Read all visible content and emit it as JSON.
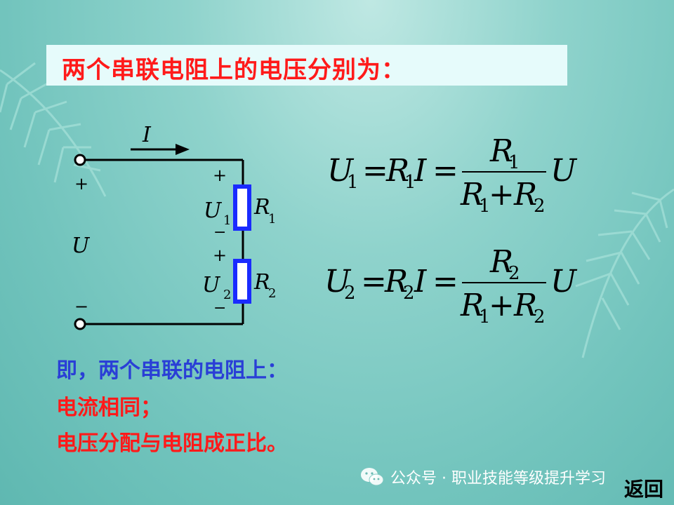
{
  "title": "两个串联电阻上的电压分别为：",
  "circuit": {
    "current_label": "I",
    "source_label": "U",
    "source_plus": "+",
    "source_minus": "−",
    "r1_label": "R",
    "r1_sub": "1",
    "r2_label": "R",
    "r2_sub": "2",
    "u1_label": "U",
    "u1_sub": "1",
    "u2_label": "U",
    "u2_sub": "2",
    "u1_plus": "+",
    "u1_minus": "−",
    "u2_plus": "+",
    "u2_minus": "−"
  },
  "formula1": {
    "lhs": "U",
    "lhs_sub": "1",
    "eq1": "=",
    "r": "R",
    "r_sub": "1",
    "i": "I",
    "eq2": "=",
    "num": "R",
    "num_sub": "1",
    "den_a": "R",
    "den_a_sub": "1",
    "plus": "+",
    "den_b": "R",
    "den_b_sub": "2",
    "u": "U"
  },
  "formula2": {
    "lhs": "U",
    "lhs_sub": "2",
    "eq1": "=",
    "r": "R",
    "r_sub": "2",
    "i": "I",
    "eq2": "=",
    "num": "R",
    "num_sub": "2",
    "den_a": "R",
    "den_a_sub": "1",
    "plus": "+",
    "den_b": "R",
    "den_b_sub": "2",
    "u": "U"
  },
  "lines": {
    "l1": "即，两个串联的电阻上：",
    "l2": "电流相同；",
    "l3": "电压分配与电阻成正比。"
  },
  "watermark": "公众号 · 职业技能等级提升学习",
  "back_button": "返回",
  "colors": {
    "title_red": "#ff1a1a",
    "blue_text": "#2a3fd6",
    "resistor_blue": "#1a2bff"
  }
}
